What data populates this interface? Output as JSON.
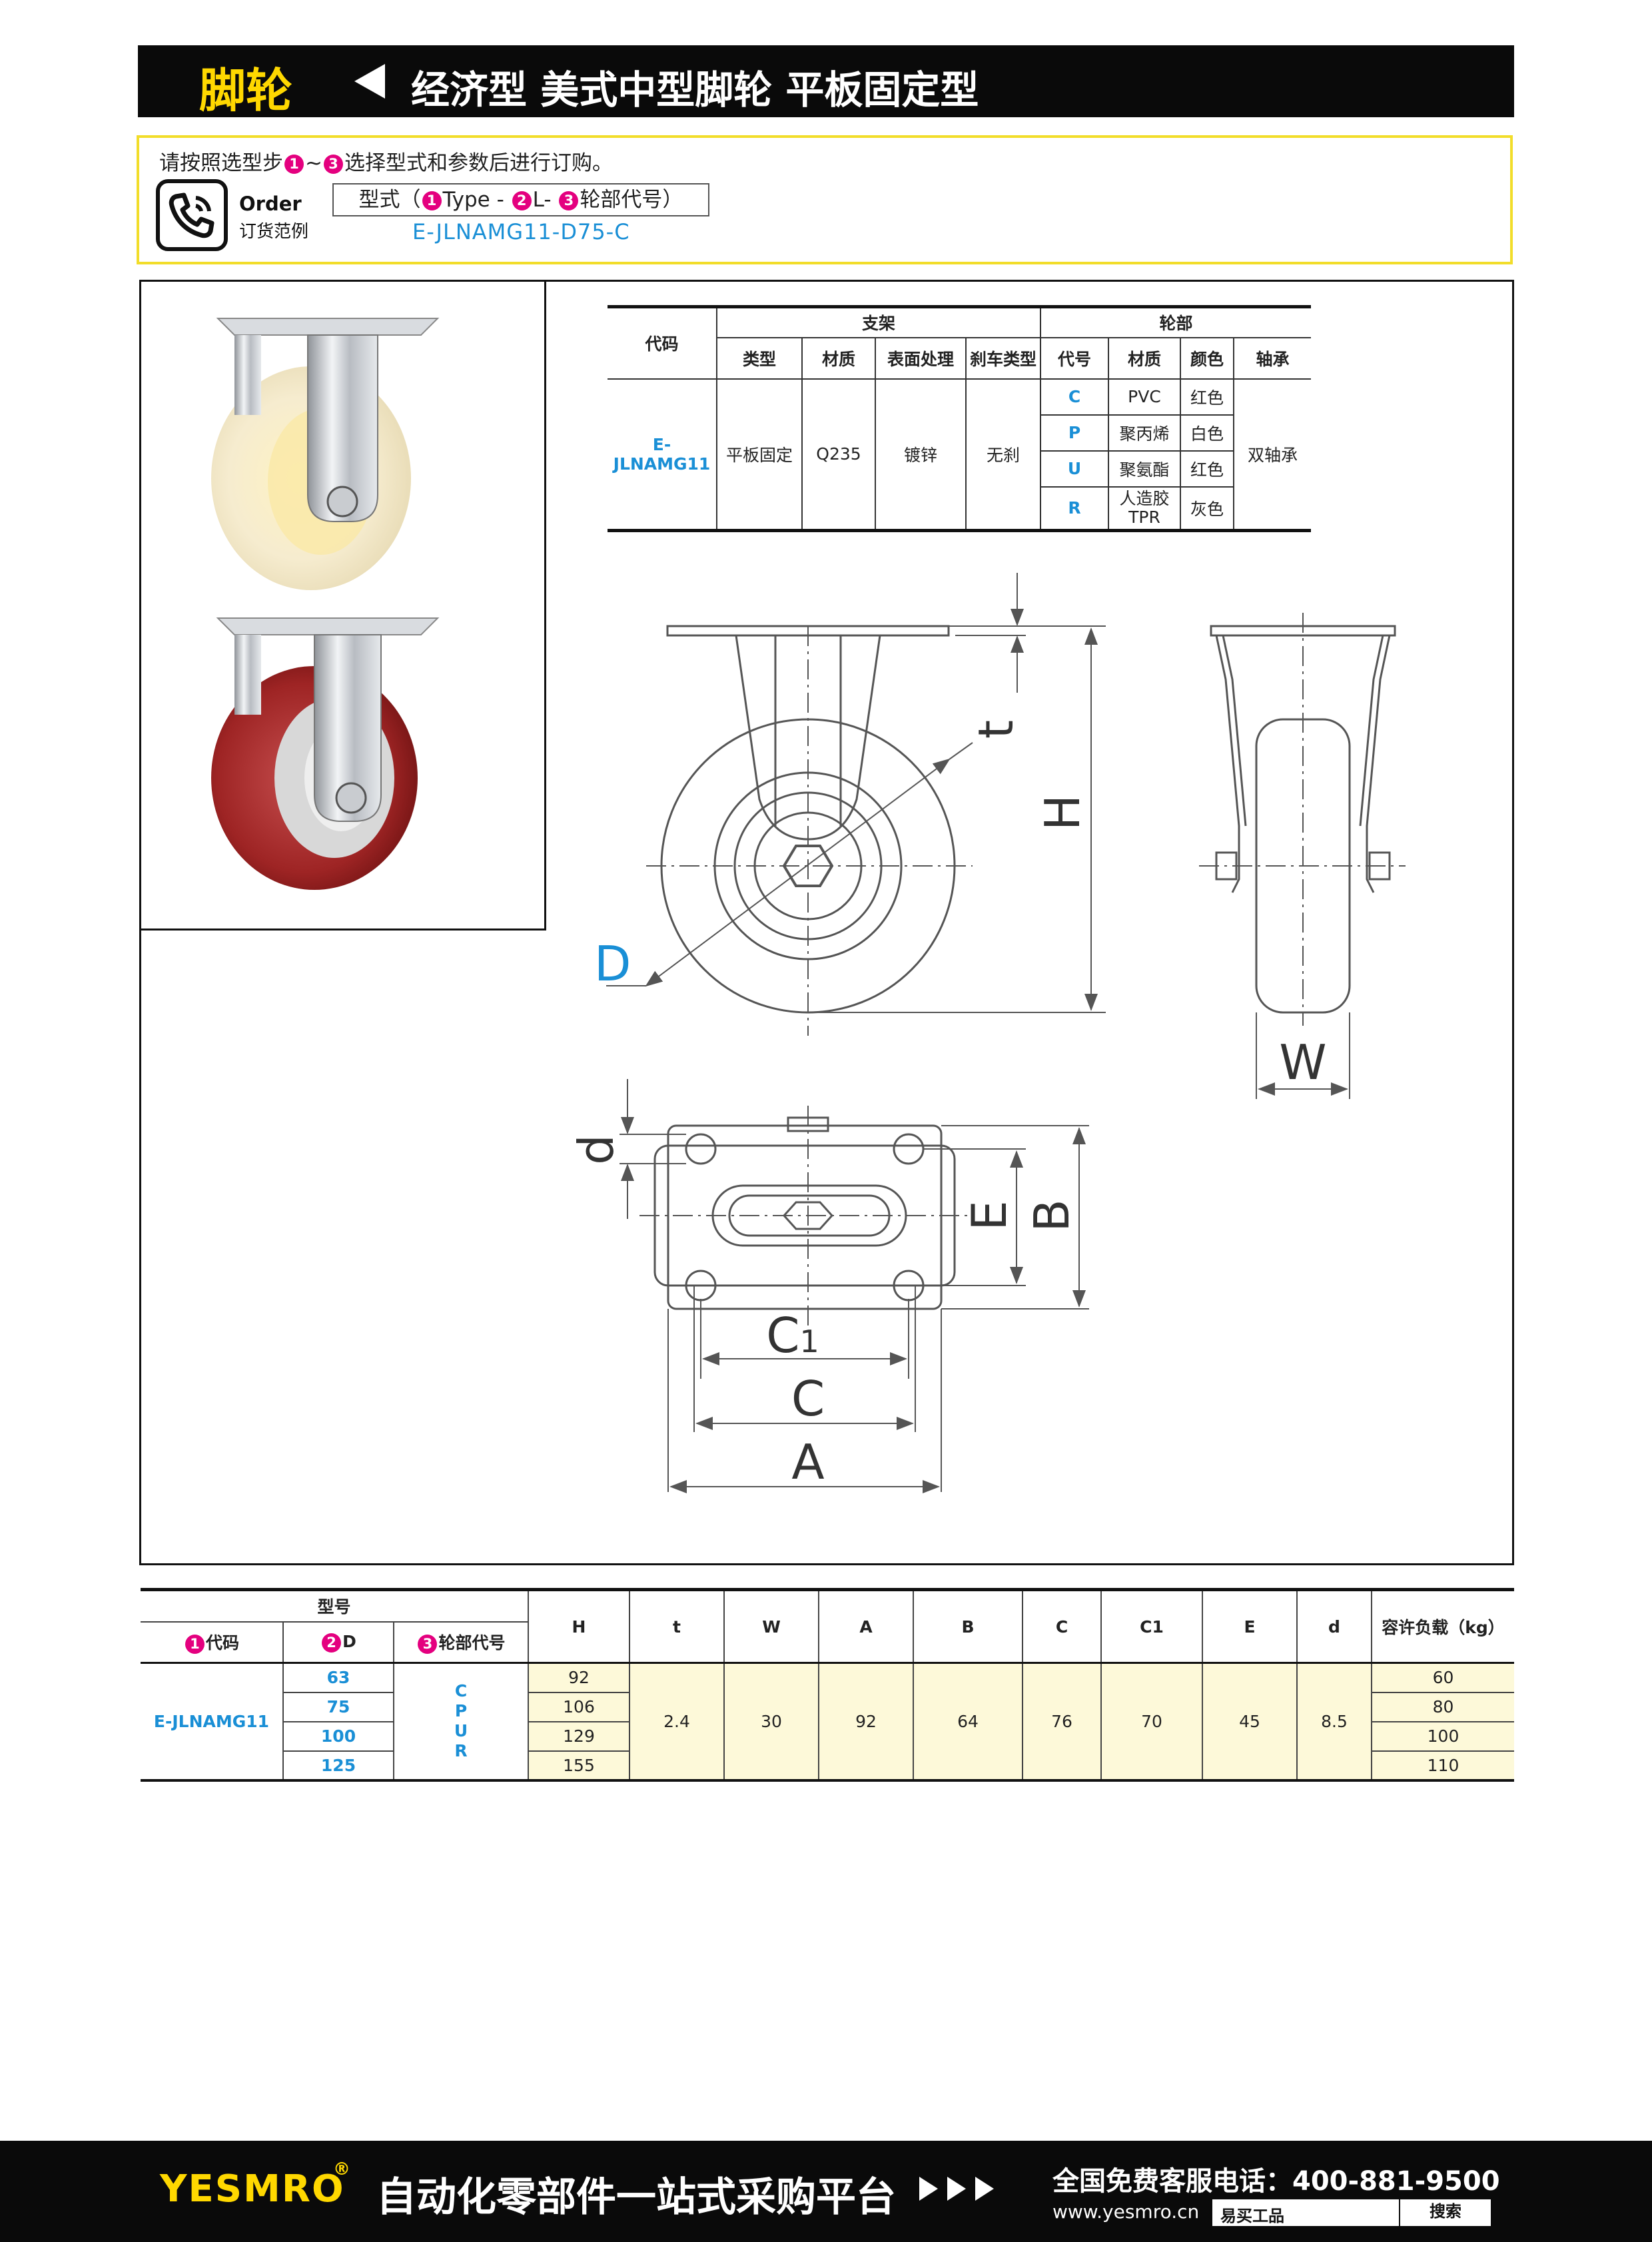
{
  "header": {
    "category": "脚轮",
    "title": "经济型 美式中型脚轮 平板固定型"
  },
  "order": {
    "instruction_pre": "请按照选型步",
    "instruction_n1": "1",
    "instruction_mid": "~",
    "instruction_n3": "3",
    "instruction_post": "选择型式和参数后进行订购。",
    "label_en": "Order",
    "label_cn": "订货范例",
    "format_pre": "型式（",
    "format_n1": "1",
    "format_a": "Type -",
    "format_n2": "2",
    "format_b": "L-",
    "format_n3": "3",
    "format_c": "轮部代号）",
    "example": "E-JLNAMG11-D75-C"
  },
  "spec_table": {
    "h_code": "代码",
    "h_bracket": "支架",
    "h_wheel": "轮部",
    "h_type": "类型",
    "h_material": "材质",
    "h_surface": "表面处理",
    "h_brake": "刹车类型",
    "h_wcode": "代号",
    "h_wmaterial": "材质",
    "h_color": "颜色",
    "h_bearing": "轴承",
    "code": "E-JLNAMG11",
    "type": "平板固定",
    "material": "Q235",
    "surface": "镀锌",
    "brake": "无刹",
    "bearing": "双轴承",
    "wheels": [
      {
        "code": "C",
        "material": "PVC",
        "color": "红色"
      },
      {
        "code": "P",
        "material": "聚丙烯",
        "color": "白色"
      },
      {
        "code": "U",
        "material": "聚氨酯",
        "color": "红色"
      },
      {
        "code": "R",
        "material": "人造胶",
        "material2": "TPR",
        "color": "灰色"
      }
    ]
  },
  "drawing": {
    "labels": {
      "t": "t",
      "H": "H",
      "D": "D",
      "W": "W",
      "d": "d",
      "E": "E",
      "B": "B",
      "C1": "C",
      "C1_sub": "1",
      "C": "C",
      "A": "A"
    },
    "accent": "#1a8fd6"
  },
  "dim_table": {
    "h_model": "型号",
    "h_code": "代码",
    "h_code_n": "1",
    "h_d": "D",
    "h_d_n": "2",
    "h_wheel": "轮部代号",
    "h_wheel_n": "3",
    "cols": [
      "H",
      "t",
      "W",
      "A",
      "B",
      "C",
      "C1",
      "E",
      "d",
      "容许负载（kg）"
    ],
    "code": "E-JLNAMG11",
    "wheel_codes": [
      "C",
      "P",
      "U",
      "R"
    ],
    "t": "2.4",
    "W": "30",
    "A": "92",
    "B": "64",
    "C": "76",
    "C1": "70",
    "E": "45",
    "d": "8.5",
    "rows": [
      {
        "D": "63",
        "H": "92",
        "load": "60"
      },
      {
        "D": "75",
        "H": "106",
        "load": "80"
      },
      {
        "D": "100",
        "H": "129",
        "load": "100"
      },
      {
        "D": "125",
        "H": "155",
        "load": "110"
      }
    ]
  },
  "footer": {
    "brand": "YESMRO",
    "reg": "®",
    "slogan": "自动化零部件一站式采购平台",
    "hotline": "全国免费客服电话：400-881-9500",
    "site": "www.yesmro.cn",
    "search_query": "易买工品",
    "search_button": "搜索"
  },
  "colors": {
    "brand_yellow": "#ffd800",
    "step_pink": "#e4007f",
    "code_blue": "#1a8fd6",
    "box_yellow": "#f2dd2a"
  }
}
